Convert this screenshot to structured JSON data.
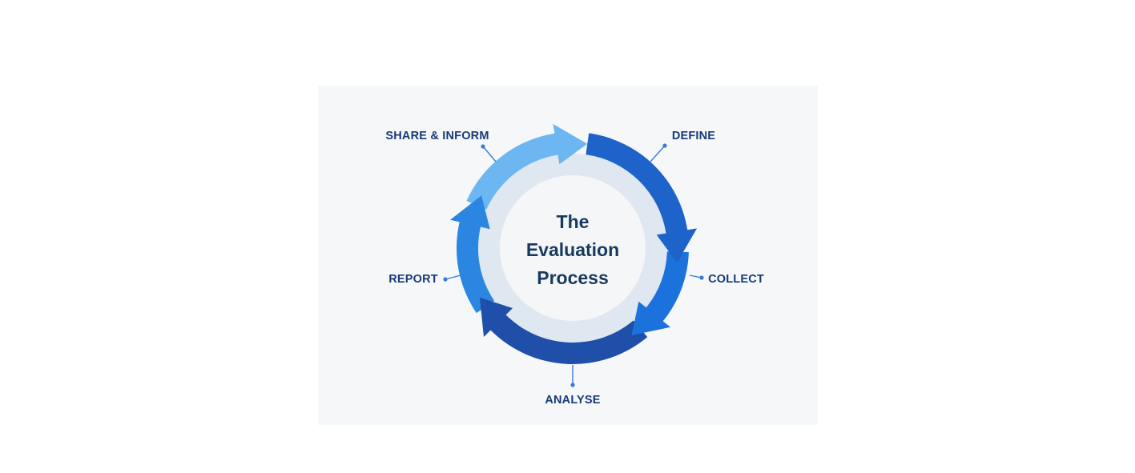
{
  "diagram": {
    "center_title": [
      "The",
      "Evaluation",
      "Process"
    ],
    "stages": [
      {
        "id": "define",
        "label": "DEFINE",
        "color": "#1e63c9"
      },
      {
        "id": "collect",
        "label": "COLLECT",
        "color": "#1b72dd"
      },
      {
        "id": "analyse",
        "label": "ANALYSE",
        "color": "#1f4fa8"
      },
      {
        "id": "report",
        "label": "REPORT",
        "color": "#2b86e2"
      },
      {
        "id": "share",
        "label": "SHARE & INFORM",
        "color": "#6cb6f2"
      }
    ],
    "colors": {
      "label_text": "#173a78",
      "center_text": "#173a5e",
      "inner_ring": "#dfe7f0",
      "inner_disc": "#f4f6f8",
      "connector": "#3a7bd5",
      "panel": "#f6f7f8"
    }
  }
}
